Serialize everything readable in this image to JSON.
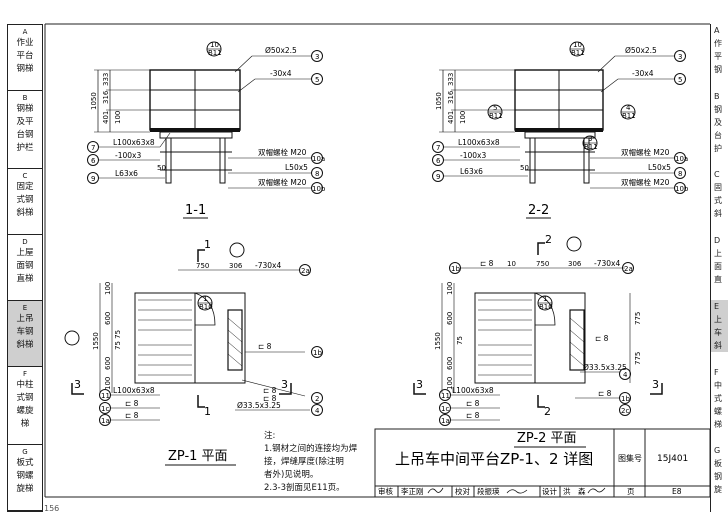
{
  "sidebar": {
    "items": [
      {
        "letter": "A",
        "lines": [
          "作业",
          "平台",
          "钢梯"
        ]
      },
      {
        "letter": "B",
        "lines": [
          "钢梯",
          "及平",
          "台钢",
          "护栏"
        ]
      },
      {
        "letter": "C",
        "lines": [
          "固定",
          "式钢",
          "斜梯"
        ]
      },
      {
        "letter": "D",
        "lines": [
          "上屋",
          "面钢",
          "直梯"
        ]
      },
      {
        "letter": "E",
        "lines": [
          "上吊",
          "车钢",
          "斜梯"
        ]
      },
      {
        "letter": "F",
        "lines": [
          "中柱",
          "式钢",
          "螺旋",
          "梯"
        ]
      },
      {
        "letter": "G",
        "lines": [
          "板式",
          "钢螺",
          "旋梯"
        ]
      }
    ],
    "active_index": 4
  },
  "right_strip": {
    "items": [
      {
        "letter": "A",
        "lines": [
          "作",
          "平",
          "钢"
        ]
      },
      {
        "letter": "B",
        "lines": [
          "钢",
          "及",
          "台",
          "护"
        ]
      },
      {
        "letter": "C",
        "lines": [
          "固",
          "式",
          "斜"
        ]
      },
      {
        "letter": "D",
        "lines": [
          "上",
          "面",
          "直"
        ]
      },
      {
        "letter": "E",
        "lines": [
          "上",
          "车",
          "斜"
        ]
      },
      {
        "letter": "F",
        "lines": [
          "中",
          "式",
          "螺",
          "梯"
        ]
      },
      {
        "letter": "G",
        "lines": [
          "板",
          "钢",
          "旋"
        ]
      }
    ]
  },
  "section_11": {
    "title": "1-1",
    "dims": [
      "1050",
      "333",
      "316",
      "401",
      "100"
    ],
    "callouts": [
      "Ø50x2.5",
      "-30x4",
      "L100x63x8",
      "-100x3",
      "L63x6",
      "双帽螺栓 M20",
      "L50x5",
      "双帽螺栓 M20"
    ],
    "circle_ids": [
      "3",
      "5",
      "7",
      "6",
      "9",
      "10a",
      "8",
      "10b"
    ],
    "detail": {
      "top": "10",
      "bottom": "B11"
    },
    "small_dim": "50"
  },
  "section_22": {
    "title": "2-2",
    "dims": [
      "1050",
      "333",
      "316",
      "401",
      "100"
    ],
    "callouts": [
      "Ø50x2.5",
      "-30x4",
      "L100x63x8",
      "-100x3",
      "L63x6",
      "双帽螺栓 M20",
      "L50x5",
      "双帽螺栓 M20"
    ],
    "circle_ids": [
      "3",
      "5",
      "7",
      "6",
      "9",
      "10a",
      "8",
      "10b"
    ],
    "details": [
      {
        "top": "10",
        "bottom": "B11"
      },
      {
        "top": "5",
        "bottom": "B11"
      },
      {
        "top": "4",
        "bottom": "B11"
      },
      {
        "top": "3",
        "bottom": "B11"
      }
    ],
    "small_dim": "50"
  },
  "zp1": {
    "title": "ZP-1 平面",
    "section_mark_top": "1",
    "section_mark_bottom": "1",
    "section_3": "3",
    "top_dims": [
      "750",
      "306"
    ],
    "left_dims": [
      "100",
      "600",
      "1550",
      "75 75",
      "600",
      "100"
    ],
    "callouts": [
      "-730x4",
      "⊏ 8",
      "⊏ 8",
      "⊏ 8",
      "L100x63x8",
      "⊏ 8",
      "⊏ 8",
      "Ø33.5x3.25"
    ],
    "circle_ids": [
      "2a",
      "1b",
      "11",
      "1c",
      "1a",
      "2",
      "4"
    ],
    "detail": {
      "top": "1",
      "bottom": "B10"
    }
  },
  "zp2": {
    "title": "ZP-2 平面",
    "section_mark_top": "2",
    "section_mark_bottom": "2",
    "section_3": "3",
    "top_dims": [
      "10",
      "750",
      "306"
    ],
    "left_dims": [
      "100",
      "600",
      "1550",
      "75",
      "600",
      "100"
    ],
    "right_dims": [
      "775",
      "775"
    ],
    "callouts": [
      "⊏ 8",
      "-730x4",
      "⊏ 8",
      "Ø33.5x3.25",
      "L100x63x8",
      "⊏ 8",
      "⊏ 8",
      "⊏ 8"
    ],
    "circle_ids": [
      "1b",
      "2a",
      "4",
      "11",
      "1c",
      "1a",
      "1b",
      "2c"
    ],
    "detail": {
      "top": "1",
      "bottom": "B10"
    }
  },
  "notes": {
    "heading": "注:",
    "lines": [
      "1.钢材之间的连接均为焊",
      "接，焊缝厚度(除注明",
      "者外)见说明。",
      "2.3-3剖面见E11页。"
    ]
  },
  "titleblock": {
    "title": "上吊车中间平台ZP-1、2 详图",
    "atlas_label": "图集号",
    "atlas_no": "15J401",
    "review_label": "审核",
    "reviewer": "李正刚",
    "check_label": "校对",
    "checker": "段振瑛",
    "design_label": "设计",
    "designer": "洪　森",
    "page_label": "页",
    "page_no": "E8"
  },
  "page_number": "156"
}
